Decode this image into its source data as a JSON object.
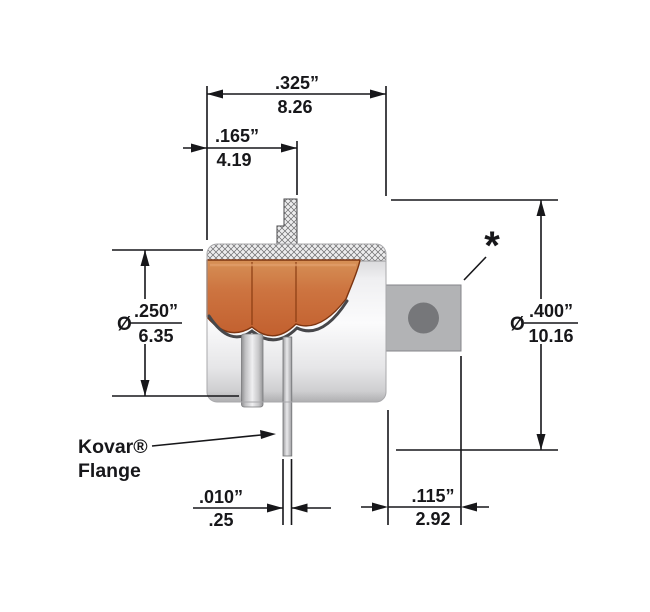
{
  "drawing": {
    "dimensions": {
      "top_width": {
        "inch": ".325”",
        "metric": "8.26"
      },
      "left_offset": {
        "inch": ".165”",
        "metric": "4.19"
      },
      "body_diameter": {
        "symbol": "Ø",
        "inch": ".250”",
        "metric": "6.35"
      },
      "overall_diameter": {
        "symbol": "Ø",
        "inch": ".400”",
        "metric": "10.16"
      },
      "flange_thickness": {
        "inch": ".010”",
        "metric": ".25"
      },
      "terminal_length": {
        "inch": ".115”",
        "metric": "2.92"
      }
    },
    "labels": {
      "flange_line1": "Kovar®",
      "flange_line2": "Flange",
      "footnote_marker": "*"
    },
    "colors": {
      "line": "#17171a",
      "seal_orange": "#cd7440",
      "seal_outline": "#7c3410",
      "terminal_gray": "#b2b3b5",
      "terminal_hole": "#76777a",
      "hatch_line": "#6a6a6c"
    }
  }
}
